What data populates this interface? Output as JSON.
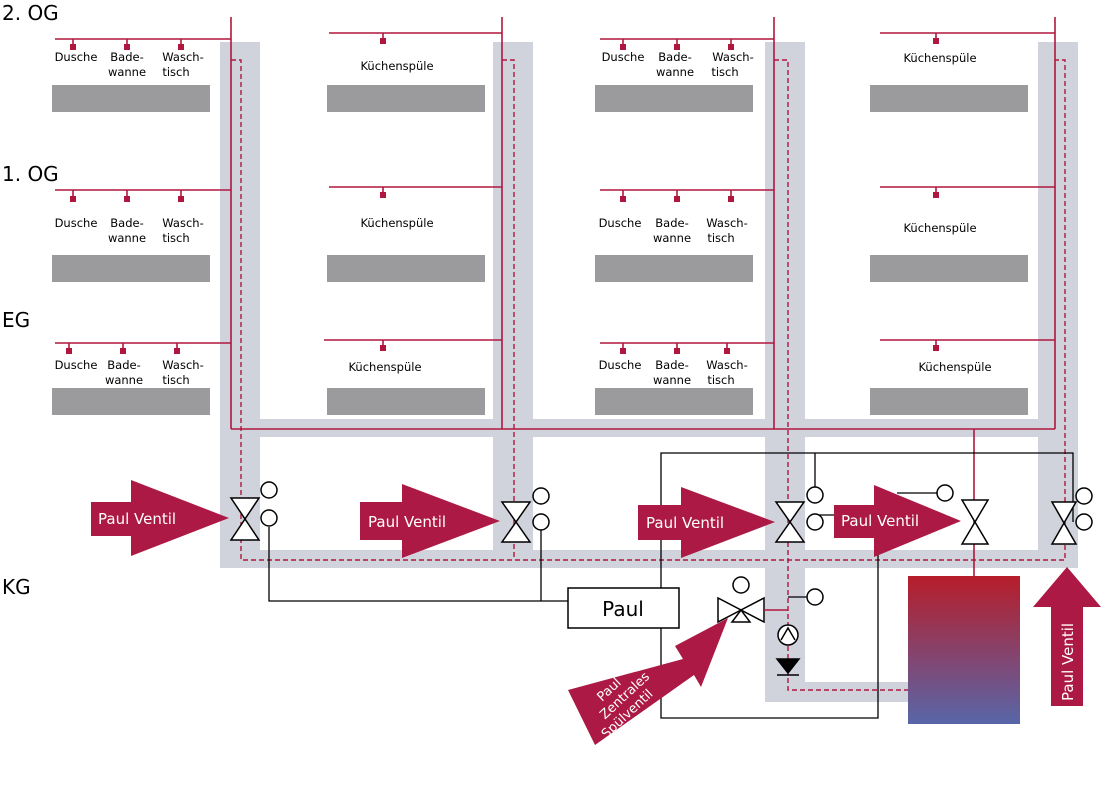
{
  "colors": {
    "pipe_red": "#b0173e",
    "shaft_gray": "#d0d3dc",
    "fixture_bar": "#9b9b9d",
    "arrow_fill": "#ab1944",
    "line_black": "#000000",
    "tank_top": "#b71d2a",
    "tank_bottom": "#5866a8"
  },
  "floors": [
    {
      "id": "og2",
      "label": "2. OG"
    },
    {
      "id": "og1",
      "label": "1. OG"
    },
    {
      "id": "eg",
      "label": "EG"
    },
    {
      "id": "kg",
      "label": "KG"
    }
  ],
  "fixtures": {
    "dusche": "Dusche",
    "bade_1": "Bade-",
    "bade_2": "wanne",
    "wasch_1": "Wasch-",
    "wasch_2": "tisch",
    "kueche": "Küchenspüle"
  },
  "valves": {
    "paul_ventil": "Paul Ventil",
    "central_1": "Paul",
    "central_2": "Zentrales",
    "central_3": "Spülventil"
  },
  "controller": {
    "label": "Paul"
  }
}
